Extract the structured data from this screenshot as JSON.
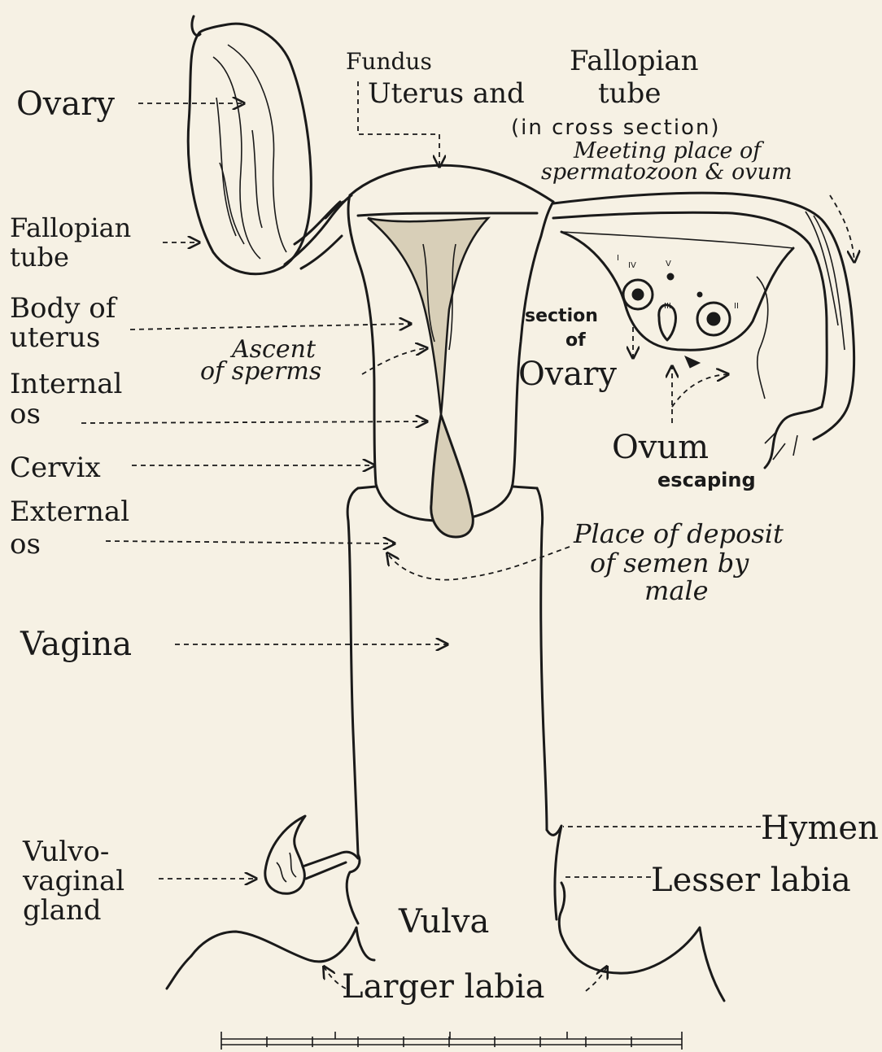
{
  "labels": {
    "ovary_left": "Ovary",
    "fundus": "Fundus",
    "fallopian_tube_top_1": "Fallopian",
    "fallopian_tube_top_2": "tube",
    "uterus_and": "Uterus and",
    "cross_section": "(in cross section)",
    "meeting_place_1": "Meeting place of",
    "meeting_place_2": "spermatozoon & ovum",
    "fallopian_tube_left_1": "Fallopian",
    "fallopian_tube_left_2": "tube",
    "body_of_uterus_1": "Body of",
    "body_of_uterus_2": "uterus",
    "ascent_1": "Ascent",
    "ascent_2": "of sperms",
    "section_of_1": "section",
    "section_of_2": "of",
    "ovary_section": "Ovary",
    "internal_os_1": "Internal",
    "internal_os_2": "os",
    "cervix": "Cervix",
    "ovum_1": "Ovum",
    "ovum_2": "escaping",
    "external_os_1": "External",
    "external_os_2": "os",
    "deposit_1": "Place of deposit",
    "deposit_2": "of semen by",
    "deposit_3": "male",
    "vagina": "Vagina",
    "hymen": "Hymen",
    "vulvo_1": "Vulvo-",
    "vulvo_2": "vaginal",
    "vulvo_3": "gland",
    "lesser_labia": "Lesser labia",
    "vulva": "Vulva",
    "larger_labia": "Larger labia",
    "follicle_I": "I",
    "follicle_II": "II",
    "follicle_III": "III",
    "follicle_IV": "IV",
    "follicle_V": "V"
  },
  "icons": {
    "arrow": "dashed-arrow-icon"
  }
}
